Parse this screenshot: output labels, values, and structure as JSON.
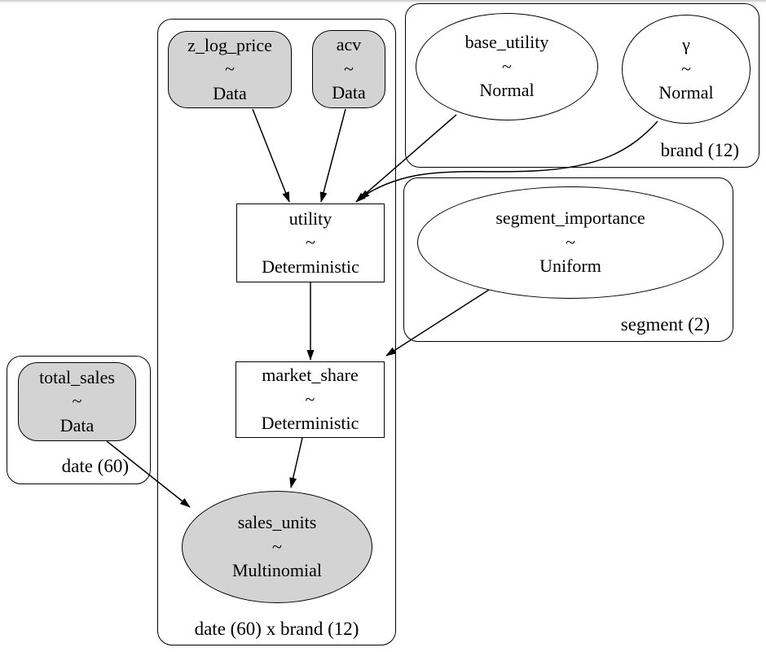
{
  "diagram": {
    "kind": "probabilistic-graphical-model",
    "background_color": "#ffffff",
    "stroke_color": "#000000",
    "observed_fill_color": "#d3d3d3",
    "free_fill_color": "#ffffff"
  },
  "plates": [
    {
      "id": "date_brand",
      "label": "date (60) x brand (12)"
    },
    {
      "id": "brand",
      "label": "brand (12)"
    },
    {
      "id": "segment",
      "label": "segment (2)"
    },
    {
      "id": "date",
      "label": "date (60)"
    }
  ],
  "nodes": [
    {
      "id": "z_log_price",
      "name": "z_log_price",
      "op": "~",
      "dist": "Data",
      "shape": "rounded-rect",
      "observed": true
    },
    {
      "id": "acv",
      "name": "acv",
      "op": "~",
      "dist": "Data",
      "shape": "rounded-rect",
      "observed": true
    },
    {
      "id": "base_utility",
      "name": "base_utility",
      "op": "~",
      "dist": "Normal",
      "shape": "ellipse",
      "observed": false
    },
    {
      "id": "gamma",
      "name": "γ",
      "op": "~",
      "dist": "Normal",
      "shape": "ellipse",
      "observed": false
    },
    {
      "id": "utility",
      "name": "utility",
      "op": "~",
      "dist": "Deterministic",
      "shape": "rect",
      "observed": false
    },
    {
      "id": "segment_importance",
      "name": "segment_importance",
      "op": "~",
      "dist": "Uniform",
      "shape": "ellipse",
      "observed": false
    },
    {
      "id": "market_share",
      "name": "market_share",
      "op": "~",
      "dist": "Deterministic",
      "shape": "rect",
      "observed": false
    },
    {
      "id": "total_sales",
      "name": "total_sales",
      "op": "~",
      "dist": "Data",
      "shape": "rounded-rect",
      "observed": true
    },
    {
      "id": "sales_units",
      "name": "sales_units",
      "op": "~",
      "dist": "Multinomial",
      "shape": "ellipse",
      "observed": true
    }
  ],
  "edges": [
    {
      "from": "z_log_price",
      "to": "utility"
    },
    {
      "from": "acv",
      "to": "utility"
    },
    {
      "from": "base_utility",
      "to": "utility"
    },
    {
      "from": "gamma",
      "to": "utility"
    },
    {
      "from": "utility",
      "to": "market_share"
    },
    {
      "from": "segment_importance",
      "to": "market_share"
    },
    {
      "from": "market_share",
      "to": "sales_units"
    },
    {
      "from": "total_sales",
      "to": "sales_units"
    }
  ]
}
